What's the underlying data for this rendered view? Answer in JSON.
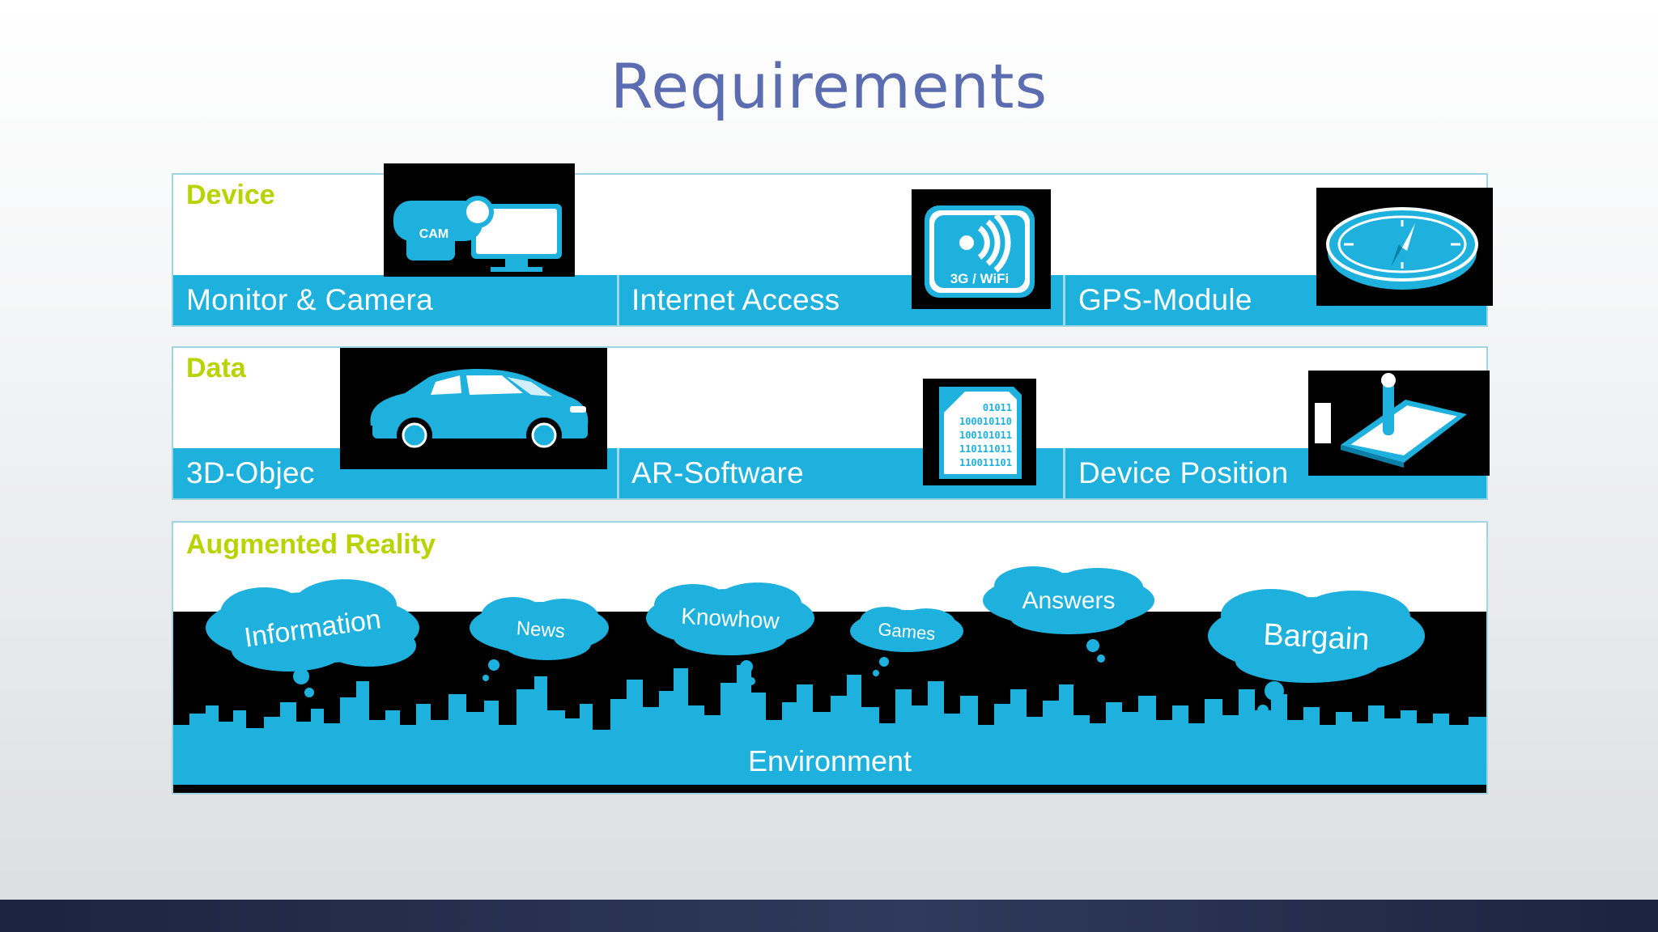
{
  "slide": {
    "title": "Requirements"
  },
  "device": {
    "heading": "Device",
    "items": [
      "Monitor & Camera",
      "Internet Access",
      "GPS-Module"
    ],
    "icons": [
      "monitor-camera-icon",
      "wifi-3g-icon",
      "compass-icon"
    ],
    "icon_text": {
      "cam": "CAM",
      "wifi": "3G / WiFi"
    }
  },
  "data": {
    "heading": "Data",
    "items": [
      "3D-Objec",
      "AR-Software",
      "Device Position"
    ],
    "icons": [
      "car-icon",
      "binary-document-icon",
      "tilted-phone-icon"
    ],
    "binary_lines": [
      "01011",
      "100010110",
      "100101011",
      "110111011",
      "110011101"
    ]
  },
  "ar": {
    "heading": "Augmented Reality",
    "clouds": [
      "Information",
      "News",
      "Knowhow",
      "Games",
      "Answers",
      "Bargain"
    ],
    "environment": "Environment"
  },
  "colors": {
    "accent_blue": "#1eb1de",
    "heading_green": "#b9d300",
    "title_blue": "#5b6db0",
    "footer_navy": "#1f2746"
  }
}
